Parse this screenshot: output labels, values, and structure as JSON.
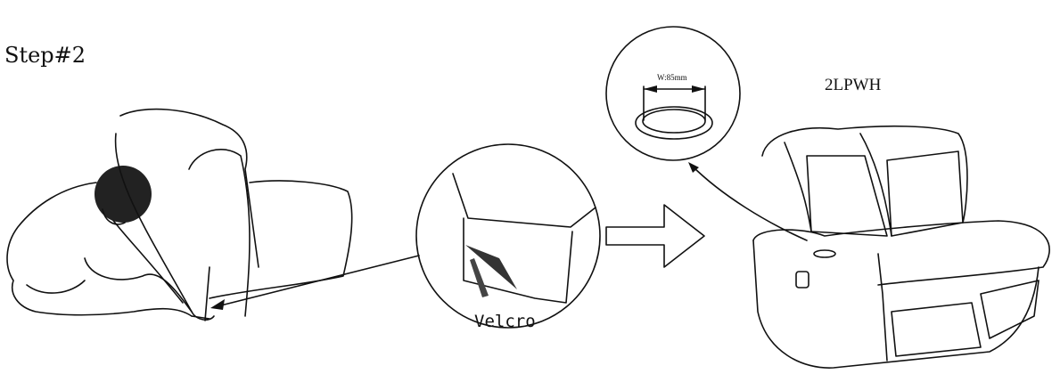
{
  "step_label": "Step#2",
  "detail_label": "Velcro",
  "model_label": "2LPWH",
  "cupholder_width_label": "W:85mm"
}
